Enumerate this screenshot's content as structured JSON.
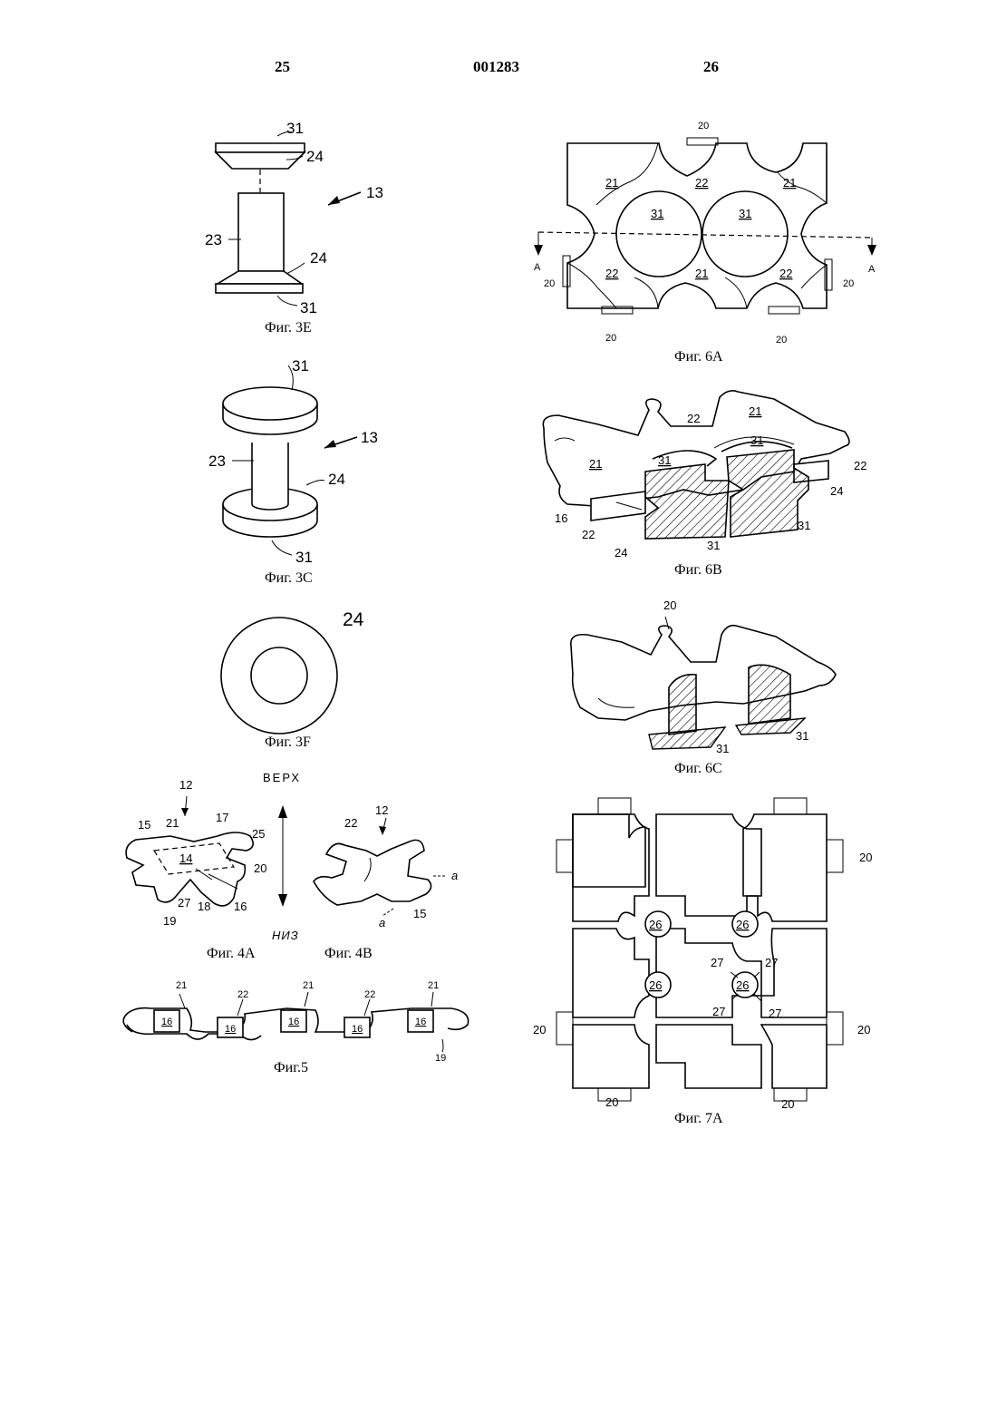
{
  "header": {
    "page_left": "25",
    "doc_number": "001283",
    "page_right": "26"
  },
  "captions": {
    "fig3e": "Фиг. 3E",
    "fig3c": "Фиг. 3C",
    "fig3f": "Фиг. 3F",
    "fig4a": "Фиг. 4A",
    "fig4b": "Фиг. 4B",
    "fig5": "Фиг.5",
    "fig6a": "Фиг. 6A",
    "fig6b": "Фиг. 6B",
    "fig6c": "Фиг. 6C",
    "fig7a": "Фиг. 7A"
  },
  "words": {
    "top": "ВЕРХ",
    "bottom": "НИЗ"
  },
  "refs": {
    "r12": "12",
    "r13": "13",
    "r14": "14",
    "r15": "15",
    "r16": "16",
    "r17": "17",
    "r18": "18",
    "r19": "19",
    "r20": "20",
    "r21": "21",
    "r22": "22",
    "r23": "23",
    "r24": "24",
    "r25": "25",
    "r26": "26",
    "r27": "27",
    "r31": "31",
    "rA": "A",
    "ra": "a"
  }
}
